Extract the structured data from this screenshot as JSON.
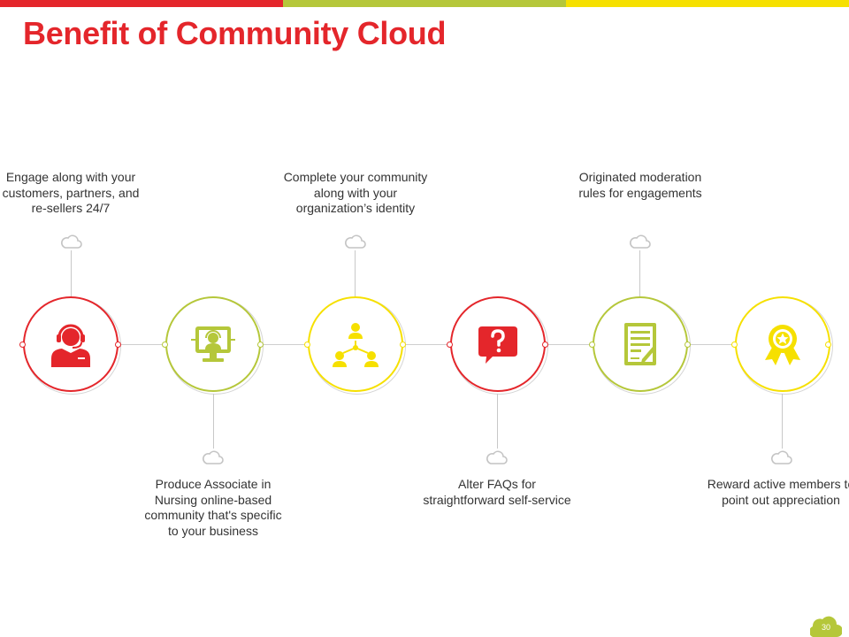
{
  "slide": {
    "title": "Benefit of Community Cloud",
    "page_number": "30"
  },
  "colors": {
    "red": "#e4262b",
    "green": "#b5c73a",
    "yellow": "#f6e000"
  },
  "steps": [
    {
      "text": "Engage along with your customers, partners, and re-sellers 24/7",
      "icon": "headset-support-icon",
      "color": "red",
      "position": "top"
    },
    {
      "text": "Produce Associate in Nursing online-based community that's specific to your business",
      "icon": "online-computer-icon",
      "color": "green",
      "position": "bottom"
    },
    {
      "text": "Complete your community along with your organization’s identity",
      "icon": "organization-network-icon",
      "color": "yellow",
      "position": "top"
    },
    {
      "text": "Alter FAQs for straightforward self-service",
      "icon": "faq-question-icon",
      "color": "red",
      "position": "bottom"
    },
    {
      "text": "Originated moderation rules for engagements",
      "icon": "document-rules-icon",
      "color": "green",
      "position": "top"
    },
    {
      "text": "Reward active members to point out appreciation",
      "icon": "award-ribbon-icon",
      "color": "yellow",
      "position": "bottom"
    }
  ]
}
